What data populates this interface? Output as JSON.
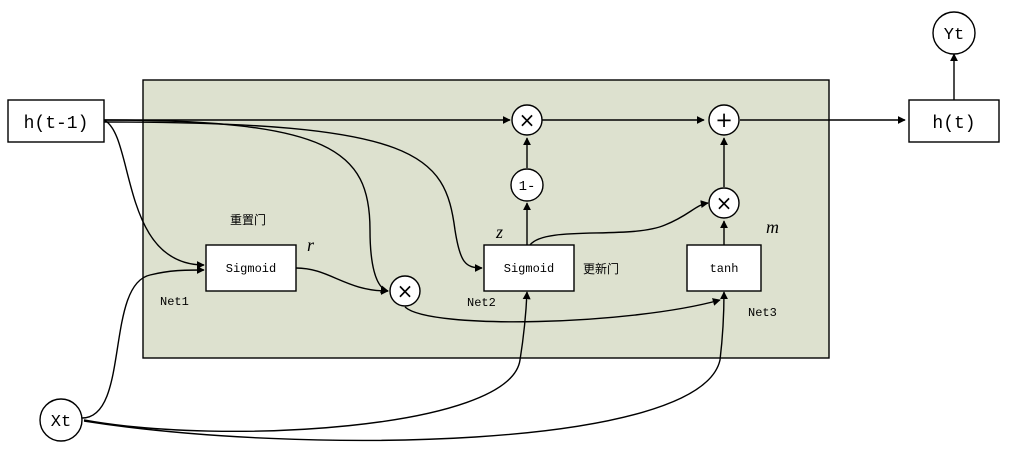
{
  "colors": {
    "cell_fill": "#dde1cf",
    "stroke": "#000000",
    "box_fill": "#ffffff"
  },
  "nodes": {
    "h_prev": "h(t-1)",
    "h_out": "h(t)",
    "y_out": "Yt",
    "x_in": "Xt"
  },
  "gates": {
    "reset": {
      "block": "Sigmoid",
      "name": "重置门",
      "net": "Net1",
      "symbol": "r"
    },
    "update": {
      "block": "Sigmoid",
      "name": "更新门",
      "net": "Net2",
      "symbol": "z"
    },
    "candidate": {
      "block": "tanh",
      "net": "Net3",
      "symbol": "m"
    }
  },
  "operators": {
    "multiply": "×",
    "add": "+",
    "one_minus": "1-"
  }
}
